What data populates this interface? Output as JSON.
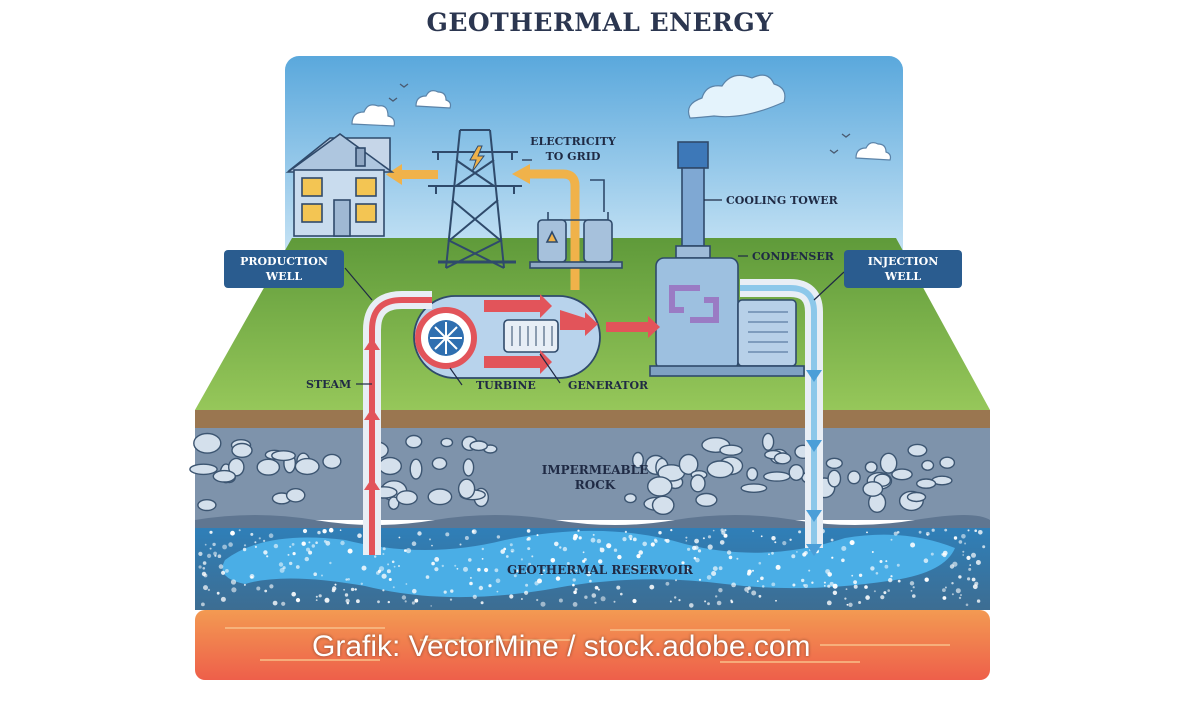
{
  "title": "GEOTHERMAL ENERGY",
  "labels": {
    "electricity_line1": "ELECTRICITY",
    "electricity_line2": "TO GRID",
    "cooling_tower": "COOLING TOWER",
    "condenser": "CONDENSER",
    "production_well_line1": "PRODUCTION",
    "production_well_line2": "WELL",
    "injection_well_line1": "INJECTION",
    "injection_well_line2": "WELL",
    "steam": "STEAM",
    "turbine": "TURBINE",
    "generator": "GENERATOR",
    "impermeable_line1": "IMPERMEABLE",
    "impermeable_line2": "ROCK",
    "reservoir": "GEOTHERMAL RESERVOIR"
  },
  "credit": "Grafik: VectorMine / stock.adobe.com",
  "colors": {
    "sky_top": "#5aa8dc",
    "sky_bottom": "#dff0fb",
    "grass": "#7ab04a",
    "soil": "#9a7650",
    "rock": "#7e93ab",
    "reservoir": "#3f9ad8",
    "magma": "#f07a4a",
    "label_box": "#2a5c8f",
    "hot_pipe": "#e2545a",
    "cold_pipe": "#8cc8ea",
    "power_line": "#f0b24a"
  }
}
